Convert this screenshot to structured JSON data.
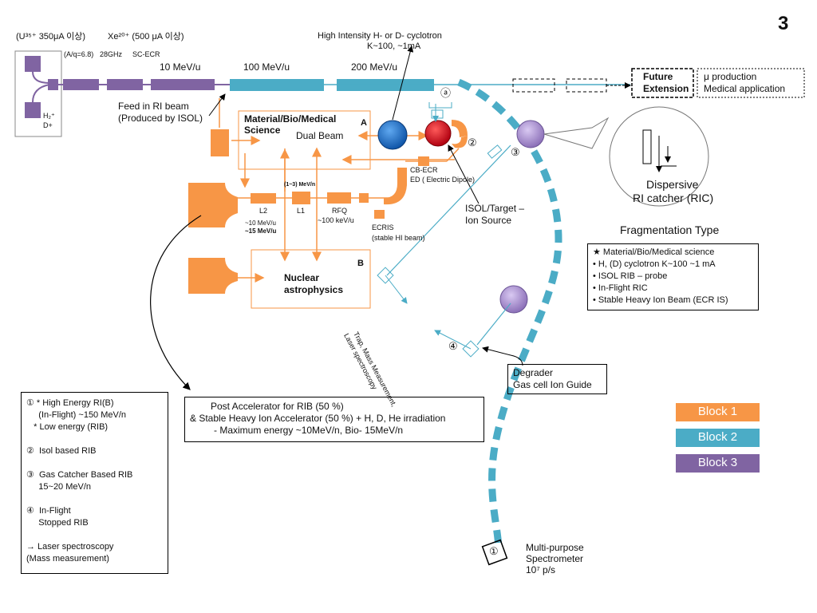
{
  "slide_number": "3",
  "top_source": {
    "u_beam": "(U³⁵⁺ 350μA 이상)",
    "xe_beam": "Xe²⁰⁺ (500 μA 이상)",
    "aq": "(A/q=6.8)",
    "freq": "28GHz",
    "source": "SC-ECR",
    "h2": "H₂⁺",
    "d": "D+"
  },
  "energy_labels": [
    "10 MeV/u",
    "100 MeV/u",
    "200 MeV/u"
  ],
  "cyclotron": {
    "line1": "High Intensity H- or D- cyclotron",
    "line2": "K~100, ~1mA"
  },
  "future": {
    "label1": "Future",
    "label2": "Extension",
    "app1": "μ production",
    "app2": "Medical application"
  },
  "feed": {
    "line1": "Feed in RI beam",
    "line2": "(Produced by ISOL)"
  },
  "area_a": {
    "title1": "Material/Bio/Medical",
    "title2": "Science",
    "letter": "A",
    "sub": "Dual Beam"
  },
  "area_b": {
    "title1": "Nuclear",
    "title2": "astrophysics",
    "letter": "B"
  },
  "linac": {
    "energy_13": "(1~3) MeV/n",
    "l2": "L2",
    "l1": "L1",
    "rfq": "RFQ",
    "rfq_e": "~100 keV/u",
    "e10": "~10 MeV/u",
    "e15": "~15 MeV/u",
    "ecris": "ECRIS",
    "ecris_sub": "(stable HI beam)",
    "cbecr": "CB-ECR",
    "ed": "ED ( Electric Dipole)"
  },
  "isol": {
    "line1": "ISOL/Target –",
    "line2": "Ion Source"
  },
  "markers": {
    "a": "ⓐ",
    "c2": "②",
    "c3": "③",
    "c4": "④",
    "c1": "①"
  },
  "trap": {
    "line1": "Trap, Mass Measurement,",
    "line2": "Laser spectroscopy"
  },
  "ric": {
    "line1": "Dispersive",
    "line2": "RI catcher (RIC)"
  },
  "frag": {
    "title": "Fragmentation Type",
    "items": [
      "★ Material/Bio/Medical science",
      "• H, (D) cyclotron K~100 ~1 mA",
      "• ISOL RIB – probe",
      "• In-Flight RIC",
      "• Stable Heavy Ion Beam (ECR IS)"
    ]
  },
  "degrader": {
    "line1": "Degrader",
    "line2": "Gas cell Ion Guide"
  },
  "post_acc": {
    "line1": "Post Accelerator for RIB (50 %)",
    "line2": "& Stable Heavy Ion Accelerator (50 %) + H, D, He irradiation",
    "line3": "- Maximum energy ~10MeV/n, Bio- 15MeV/n"
  },
  "left_notes": {
    "lines": [
      "① * High Energy RI(B)",
      "     (In-Flight) ~150 MeV/n",
      "   * Low energy (RIB)",
      "",
      "②  Isol based RIB",
      "",
      "③  Gas Catcher Based RIB",
      "     15~20 MeV/n",
      "",
      "④  In-Flight",
      "     Stopped RIB",
      "",
      "→ Laser spectroscopy",
      "(Mass measurement)"
    ]
  },
  "spectrometer": {
    "line1": "Multi-purpose",
    "line2": "Spectrometer",
    "line3": "10⁷ p/s"
  },
  "blocks": [
    {
      "label": "Block 1",
      "color": "#F79646"
    },
    {
      "label": "Block 2",
      "color": "#4BACC6"
    },
    {
      "label": "Block 3",
      "color": "#8064A2"
    }
  ],
  "colors": {
    "orange": "#F79646",
    "teal": "#4BACC6",
    "purple": "#8064A2",
    "blue_ball": "#1F6FC8",
    "red_ball": "#E3101A",
    "lavender_ball": "#A98FCF"
  }
}
